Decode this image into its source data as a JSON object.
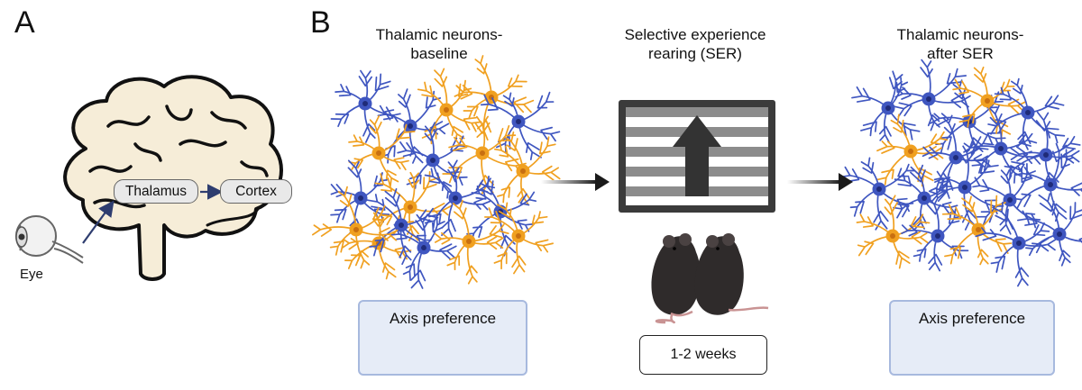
{
  "panel_a": {
    "letter": "A",
    "thalamus_label": "Thalamus",
    "cortex_label": "Cortex",
    "eye_label": "Eye"
  },
  "panel_b": {
    "letter": "B",
    "baseline_title_line1": "Thalamic neurons-",
    "baseline_title_line2": "baseline",
    "ser_title_line1": "Selective experience",
    "ser_title_line2": "rearing (SER)",
    "after_title_line1": "Thalamic neurons-",
    "after_title_line2": "after SER",
    "duration_label": "1-2 weeks",
    "baseline_pref_label": "Axis preference",
    "after_pref_label": "Axis preference"
  },
  "colors": {
    "horizontal_neuron": "#f0a020",
    "vertical_neuron": "#3f56c0",
    "brain_fill": "#f6edd8",
    "pref_box_fill": "#e6ecf7",
    "pref_box_border": "#a7b9de",
    "arrow_dark": "#222222"
  }
}
